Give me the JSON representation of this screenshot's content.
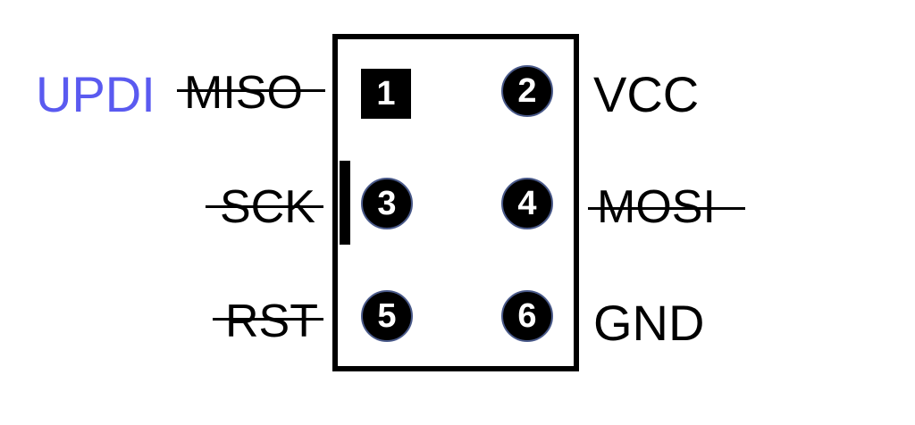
{
  "pins": [
    {
      "number": "1"
    },
    {
      "number": "2"
    },
    {
      "number": "3"
    },
    {
      "number": "4"
    },
    {
      "number": "5"
    },
    {
      "number": "6"
    }
  ],
  "labels": {
    "pin1_alt": "UPDI",
    "pin1": "MISO",
    "pin2": "VCC",
    "pin3": "SCK",
    "pin4": "MOSI",
    "pin5": "RST",
    "pin6": "GND"
  },
  "colors": {
    "alt_label": "#5a5af0",
    "pin_fill": "#000000",
    "pin_text": "#ffffff",
    "outline": "#000000"
  }
}
